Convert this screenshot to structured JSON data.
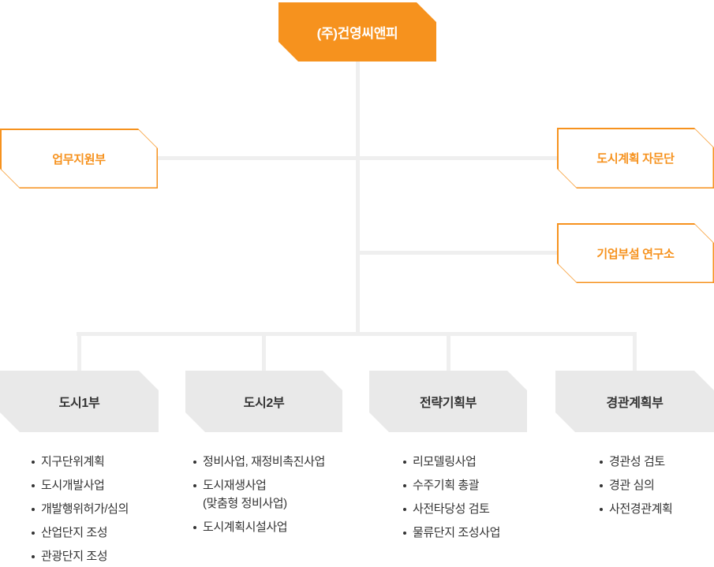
{
  "org": {
    "root": {
      "label": "(주)건영씨앤피"
    },
    "staff": {
      "support": {
        "label": "업무지원부"
      },
      "advisory": {
        "label": "도시계획 자문단"
      },
      "research": {
        "label": "기업부설 연구소"
      }
    },
    "departments": [
      {
        "name": "도시1부",
        "items": [
          [
            "지구단위계획"
          ],
          [
            "도시개발사업"
          ],
          [
            "개발행위허가/심의"
          ],
          [
            "산업단지 조성"
          ],
          [
            "관광단지 조성"
          ]
        ]
      },
      {
        "name": "도시2부",
        "items": [
          [
            "정비사업, 재정비촉진사업"
          ],
          [
            "도시재생사업",
            "(맞춤형 정비사업)"
          ],
          [
            "도시계획시설사업"
          ]
        ]
      },
      {
        "name": "전략기획부",
        "items": [
          [
            "리모델링사업"
          ],
          [
            "수주기획 총괄"
          ],
          [
            "사전타당성 검토"
          ],
          [
            "물류단지 조성사업"
          ]
        ]
      },
      {
        "name": "경관계획부",
        "items": [
          [
            "경관성 검토"
          ],
          [
            "경관 심의"
          ],
          [
            "사전경관계획"
          ]
        ]
      }
    ],
    "colors": {
      "accent_orange": "#F6921E",
      "node_gray": "#E9E9E9",
      "connector_gray": "#EFEFEF",
      "text_dark": "#333333",
      "root_text": "#FFFFFF"
    }
  }
}
